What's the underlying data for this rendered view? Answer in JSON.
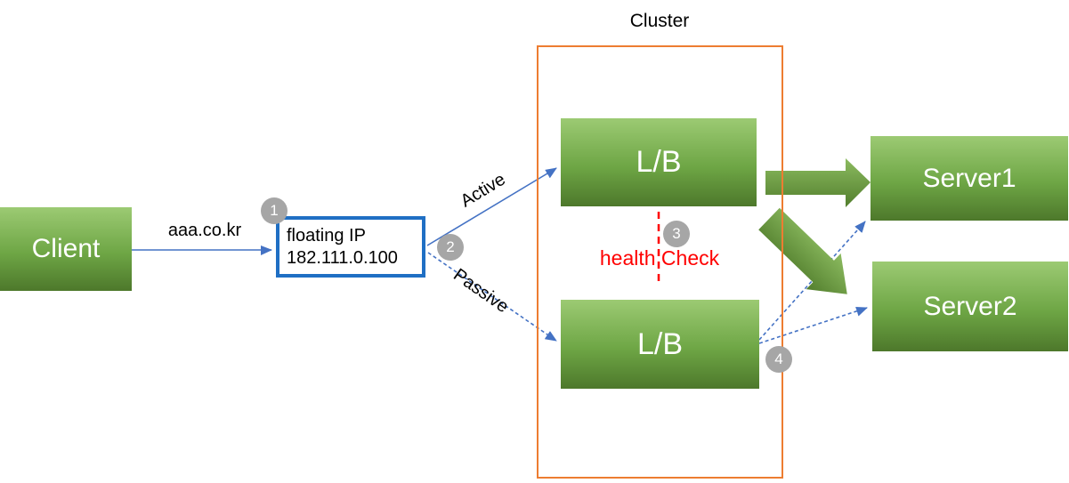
{
  "diagram": {
    "cluster_label": "Cluster",
    "nodes": {
      "client": "Client",
      "floating_ip_line1": "floating IP",
      "floating_ip_line2": "182.111.0.100",
      "lb_top": "L/B",
      "lb_bottom": "L/B",
      "server1": "Server1",
      "server2": "Server2"
    },
    "edges": {
      "domain_label": "aaa.co.kr",
      "active_label": "Active",
      "passive_label": "Passive",
      "health_check_label": "health Check"
    },
    "steps": [
      "1",
      "2",
      "3",
      "4"
    ],
    "colors": {
      "node_green_light": "#9CCA73",
      "node_green_dark": "#4D782B",
      "arrow_blue": "#4472C4",
      "floating_ip_border": "#1F6FC4",
      "cluster_border": "#ED7D31",
      "health_red": "#FF0000",
      "step_gray": "#A6A6A6"
    }
  }
}
